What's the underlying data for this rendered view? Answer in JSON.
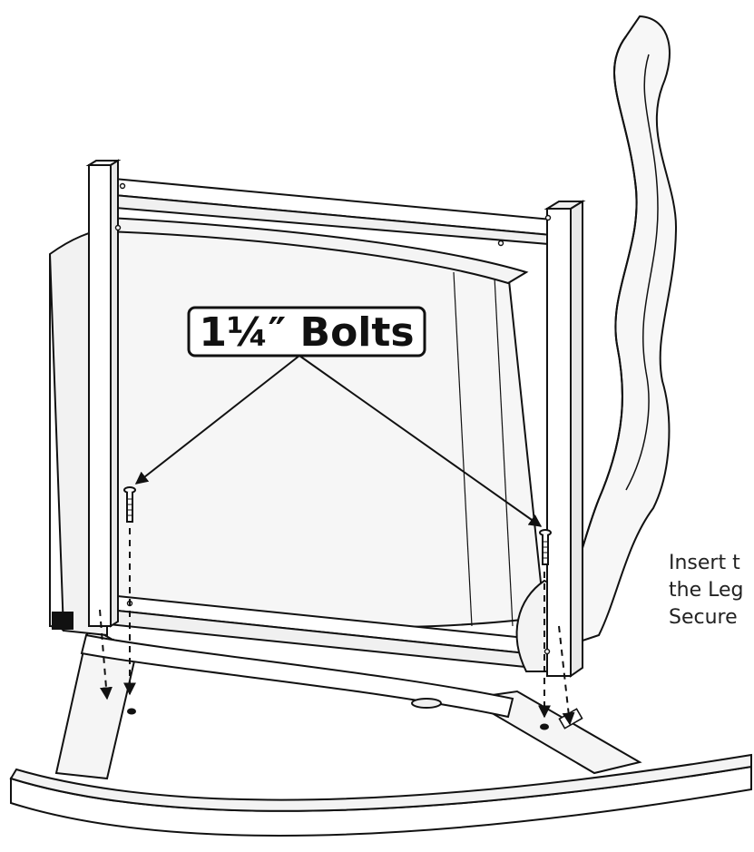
{
  "callout": {
    "label": "1¼″ Bolts"
  },
  "instructions": {
    "line1": "Insert t",
    "line2": "the Leg",
    "line3": "Secure"
  },
  "colors": {
    "stroke": "#111111",
    "panel_shade": "#f3f3f3",
    "background": "#ffffff"
  },
  "icons": [
    "bolt-icon",
    "arrow-icon",
    "hole-icon"
  ]
}
